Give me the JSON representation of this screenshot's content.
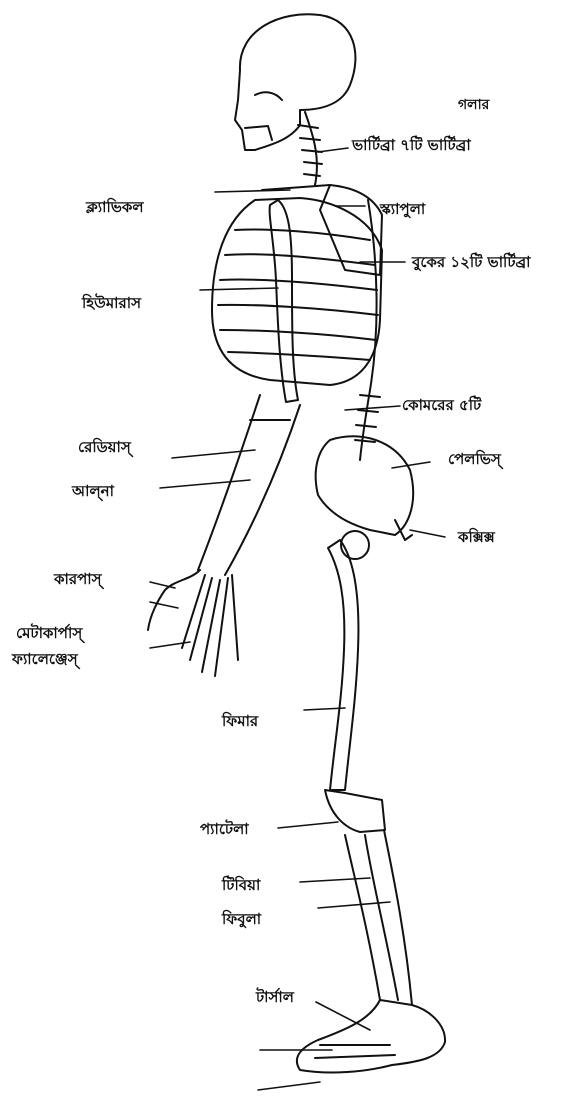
{
  "labels": {
    "neck_group": "গলার",
    "neck_vertebra": "ভার্টিব্রা ৭টি ভার্টিব্রা",
    "clavicle": "ক্ল্যাভিকল",
    "scapula": "স্ক্যাপুলা",
    "chest_vertebrae": "বুকের ১২টি ভার্টিব্রা",
    "humerus": "হিউমারাস",
    "lumbar": "কোমরের ৫টি",
    "radius": "রেডিয়াস্",
    "pelvis": "পেলভিস্",
    "ulna": "আল্‌না",
    "coccyx": "কক্সিক্স",
    "carpus": "কারপাস্",
    "metacarpus": "মেটাকার্পাস্",
    "phalanges": "ফ্যালেঞ্জেস্",
    "femur": "ফিমার",
    "patella": "প্যাটেলা",
    "tibia": "টিবিয়া",
    "fibula": "ফিবুলা",
    "tarsal": "টার্সাল"
  }
}
